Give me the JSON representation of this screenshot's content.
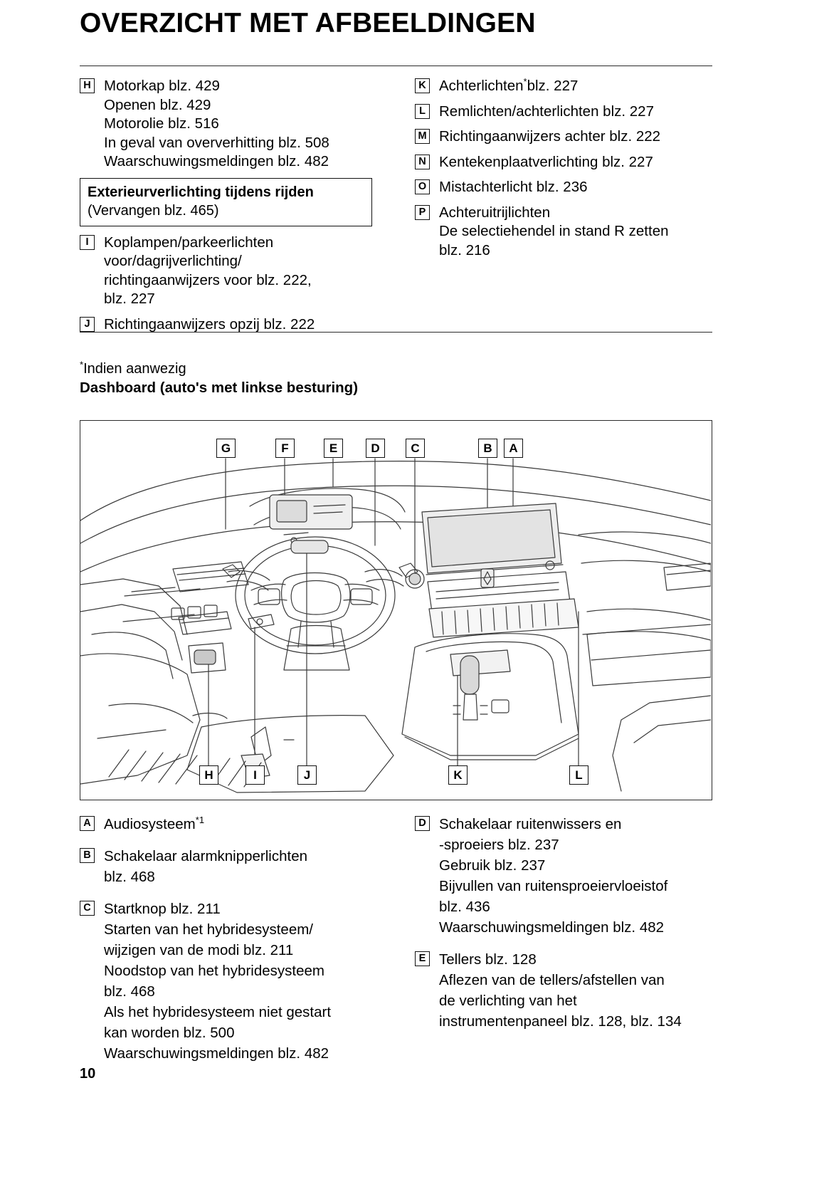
{
  "document": {
    "title": "OVERZICHT MET AFBEELDINGEN",
    "page_number": "10",
    "footnote": "Indien aanwezig",
    "footnote_marker": "*",
    "subtitle": "Dashboard (auto's met linkse besturing)"
  },
  "exterior_list_left": [
    {
      "letter": "H",
      "text": "Motorkap blz. 429\nOpenen blz. 429\nMotorolie blz. 516\nIn geval van oververhitting blz. 508\nWaarschuwingsmeldingen blz. 482"
    },
    {
      "letter": "I",
      "text": "Koplampen/parkeerlichten\nvoor/dagrijverlichting/\nrichtingaanwijzers voor blz. 222,\nblz. 227"
    },
    {
      "letter": "J",
      "text": "Richtingaanwijzers opzij blz. 222"
    }
  ],
  "note_box": {
    "heading": "Exterieurverlichting tijdens rijden",
    "subtext": "(Vervangen blz. 465)"
  },
  "exterior_list_right": [
    {
      "letter": "K",
      "text_before": "Achterlichten",
      "marker": "*",
      "text_after": "blz. 227"
    },
    {
      "letter": "L",
      "text": "Remlichten/achterlichten blz. 227"
    },
    {
      "letter": "M",
      "text": "Richtingaanwijzers achter blz. 222"
    },
    {
      "letter": "N",
      "text": "Kentekenplaatverlichting blz. 227"
    },
    {
      "letter": "O",
      "text": "Mistachterlicht blz. 236"
    },
    {
      "letter": "P",
      "text": "Achteruitrijlichten\nDe selectiehendel in stand R zetten\nblz. 216"
    }
  ],
  "figure": {
    "alt": "dashboard-line-drawing",
    "callouts_top": [
      "G",
      "F",
      "E",
      "D",
      "C",
      "B",
      "A"
    ],
    "callouts_bottom": [
      "H",
      "I",
      "J",
      "K",
      "L"
    ]
  },
  "dashboard_list_left": [
    {
      "letter": "A",
      "text_before": "Audiosysteem",
      "marker": "*1",
      "text_after": ""
    },
    {
      "letter": "B",
      "text": "Schakelaar alarmknipperlichten\nblz. 468"
    },
    {
      "letter": "C",
      "text": "Startknop blz. 211\nStarten van het hybridesysteem/\nwijzigen van de modi blz. 211\nNoodstop van het hybridesysteem\nblz. 468\nAls het hybridesysteem niet gestart\nkan worden blz. 500\nWaarschuwingsmeldingen blz. 482"
    }
  ],
  "dashboard_list_right": [
    {
      "letter": "D",
      "text": "Schakelaar ruitenwissers en\n-sproeiers blz. 237\nGebruik blz. 237\nBijvullen van ruitensproeiervloeistof\nblz. 436\nWaarschuwingsmeldingen blz. 482"
    },
    {
      "letter": "E",
      "text": "Tellers blz. 128\nAflezen van de tellers/afstellen van\nde verlichting van het\ninstrumentenpaneel blz. 128, blz. 134"
    }
  ],
  "colors": {
    "ink": "#000000",
    "rule": "#2b2b2b",
    "line_art": "#3a3a3a",
    "screen_fill": "#efefef",
    "panel_fill": "#f7f7f7"
  }
}
